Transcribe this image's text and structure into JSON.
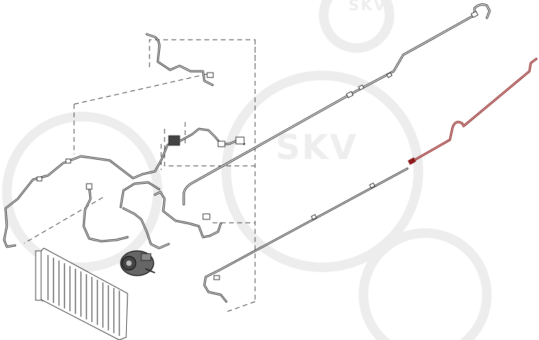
{
  "diagram": {
    "watermark": {
      "text_top": "SKV",
      "text_main": "SKV",
      "color": "#e9e9e9"
    },
    "colors": {
      "line": "#2a2a2a",
      "highlight": "#8b1a1a",
      "background": "#ffffff"
    },
    "parts": [
      {
        "id": "rear-long-pipe",
        "highlighted": false
      },
      {
        "id": "highlighted-hose",
        "highlighted": true
      },
      {
        "id": "lower-long-pipe",
        "highlighted": false
      },
      {
        "id": "upper-small-pipe",
        "highlighted": false
      },
      {
        "id": "condenser-left-pipe",
        "highlighted": false
      },
      {
        "id": "front-suction-pipe",
        "highlighted": false
      },
      {
        "id": "compressor",
        "highlighted": false
      },
      {
        "id": "condenser",
        "highlighted": false
      }
    ]
  }
}
